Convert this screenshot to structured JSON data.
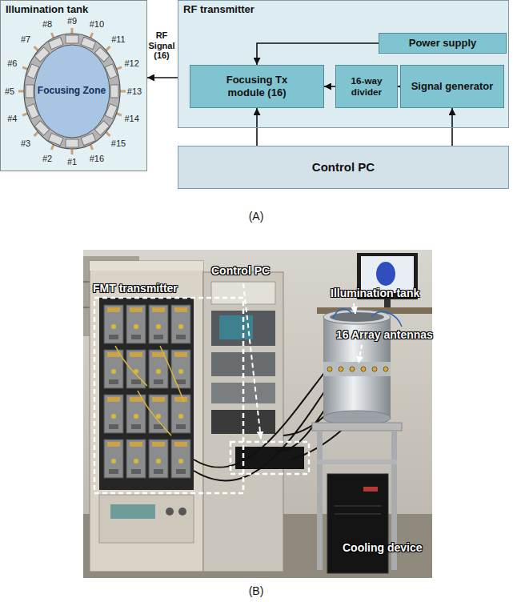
{
  "diagram": {
    "nodes": [
      {
        "text": [
          "Illumination tank"
        ]
      },
      {
        "text": [
          "Focusing Zone"
        ],
        "in": 0
      },
      {
        "text": [
          "RF transmitter"
        ]
      },
      {
        "text": [
          "Power supply"
        ],
        "in": 2
      },
      {
        "text": [
          "Focusing Tx module (16)"
        ],
        "in": 2
      },
      {
        "text": [
          "16-way divider"
        ],
        "in": 2
      },
      {
        "text": [
          "Signal generator"
        ],
        "in": 2
      },
      {
        "text": [
          "Control PC"
        ]
      }
    ],
    "edges": [
      {
        "from": 2,
        "to": 0,
        "arrow": "to",
        "label": "RF Signal (16)"
      },
      {
        "from": 3,
        "to": 4,
        "arrow": "to"
      },
      {
        "from": 6,
        "to": 5,
        "arrow": "to"
      },
      {
        "from": 5,
        "to": 4,
        "arrow": "to"
      },
      {
        "from": 7,
        "to": 4,
        "arrow": "to"
      },
      {
        "from": 7,
        "to": 6,
        "arrow": "to"
      }
    ],
    "labels": [
      "#1",
      "#2",
      "#3",
      "#4",
      "#5",
      "#6",
      "#7",
      "#8",
      "#9",
      "#10",
      "#11",
      "#12",
      "#13",
      "#14",
      "#15",
      "#16",
      "(A)",
      "FMT transmitter",
      "Control PC",
      "Illumination tank",
      "16 Array antennas",
      "Cooling device",
      "(B)"
    ]
  }
}
